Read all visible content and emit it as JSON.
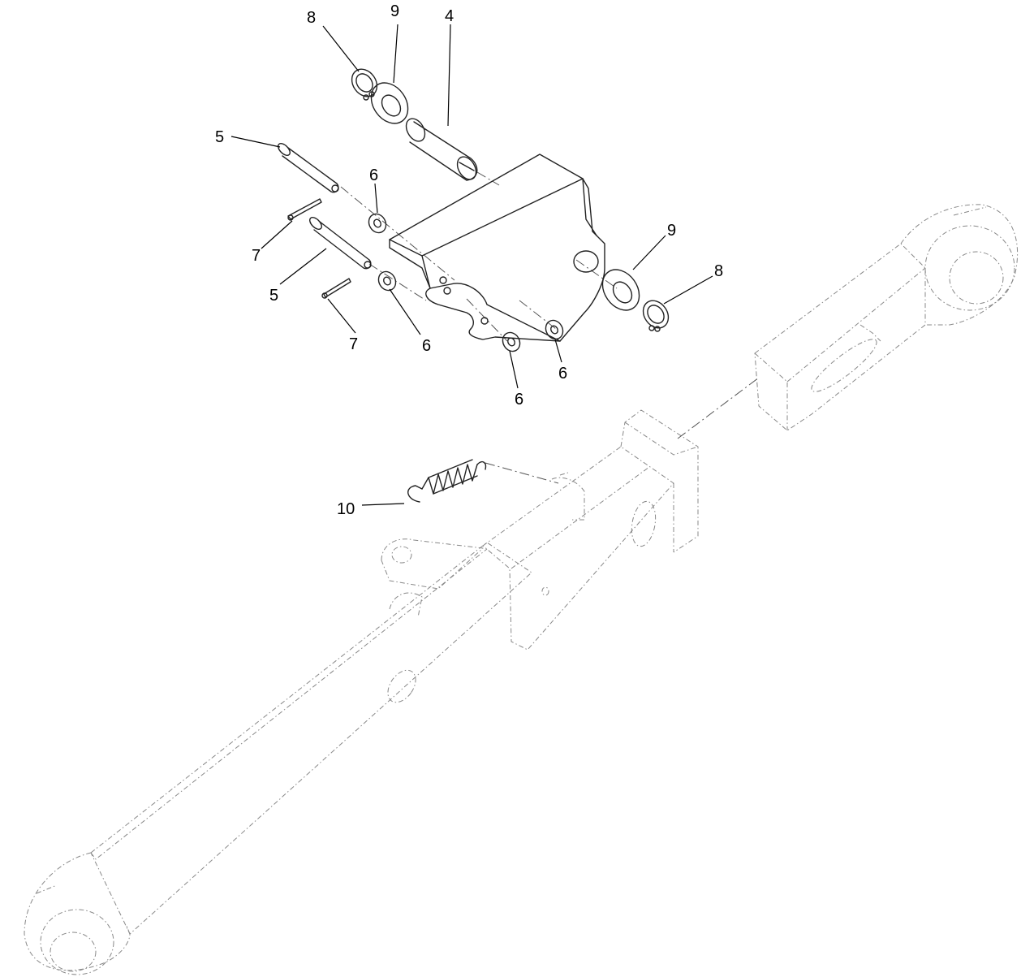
{
  "diagram": {
    "callouts": [
      {
        "id": "c8a",
        "label": "8"
      },
      {
        "id": "c9a",
        "label": "9"
      },
      {
        "id": "c4",
        "label": "4"
      },
      {
        "id": "c5a",
        "label": "5"
      },
      {
        "id": "c6a",
        "label": "6"
      },
      {
        "id": "c7a",
        "label": "7"
      },
      {
        "id": "c5b",
        "label": "5"
      },
      {
        "id": "c7b",
        "label": "7"
      },
      {
        "id": "c6b",
        "label": "6"
      },
      {
        "id": "c6c",
        "label": "6"
      },
      {
        "id": "c6d",
        "label": "6"
      },
      {
        "id": "c9b",
        "label": "9"
      },
      {
        "id": "c8b",
        "label": "8"
      },
      {
        "id": "c10",
        "label": "10"
      }
    ]
  }
}
